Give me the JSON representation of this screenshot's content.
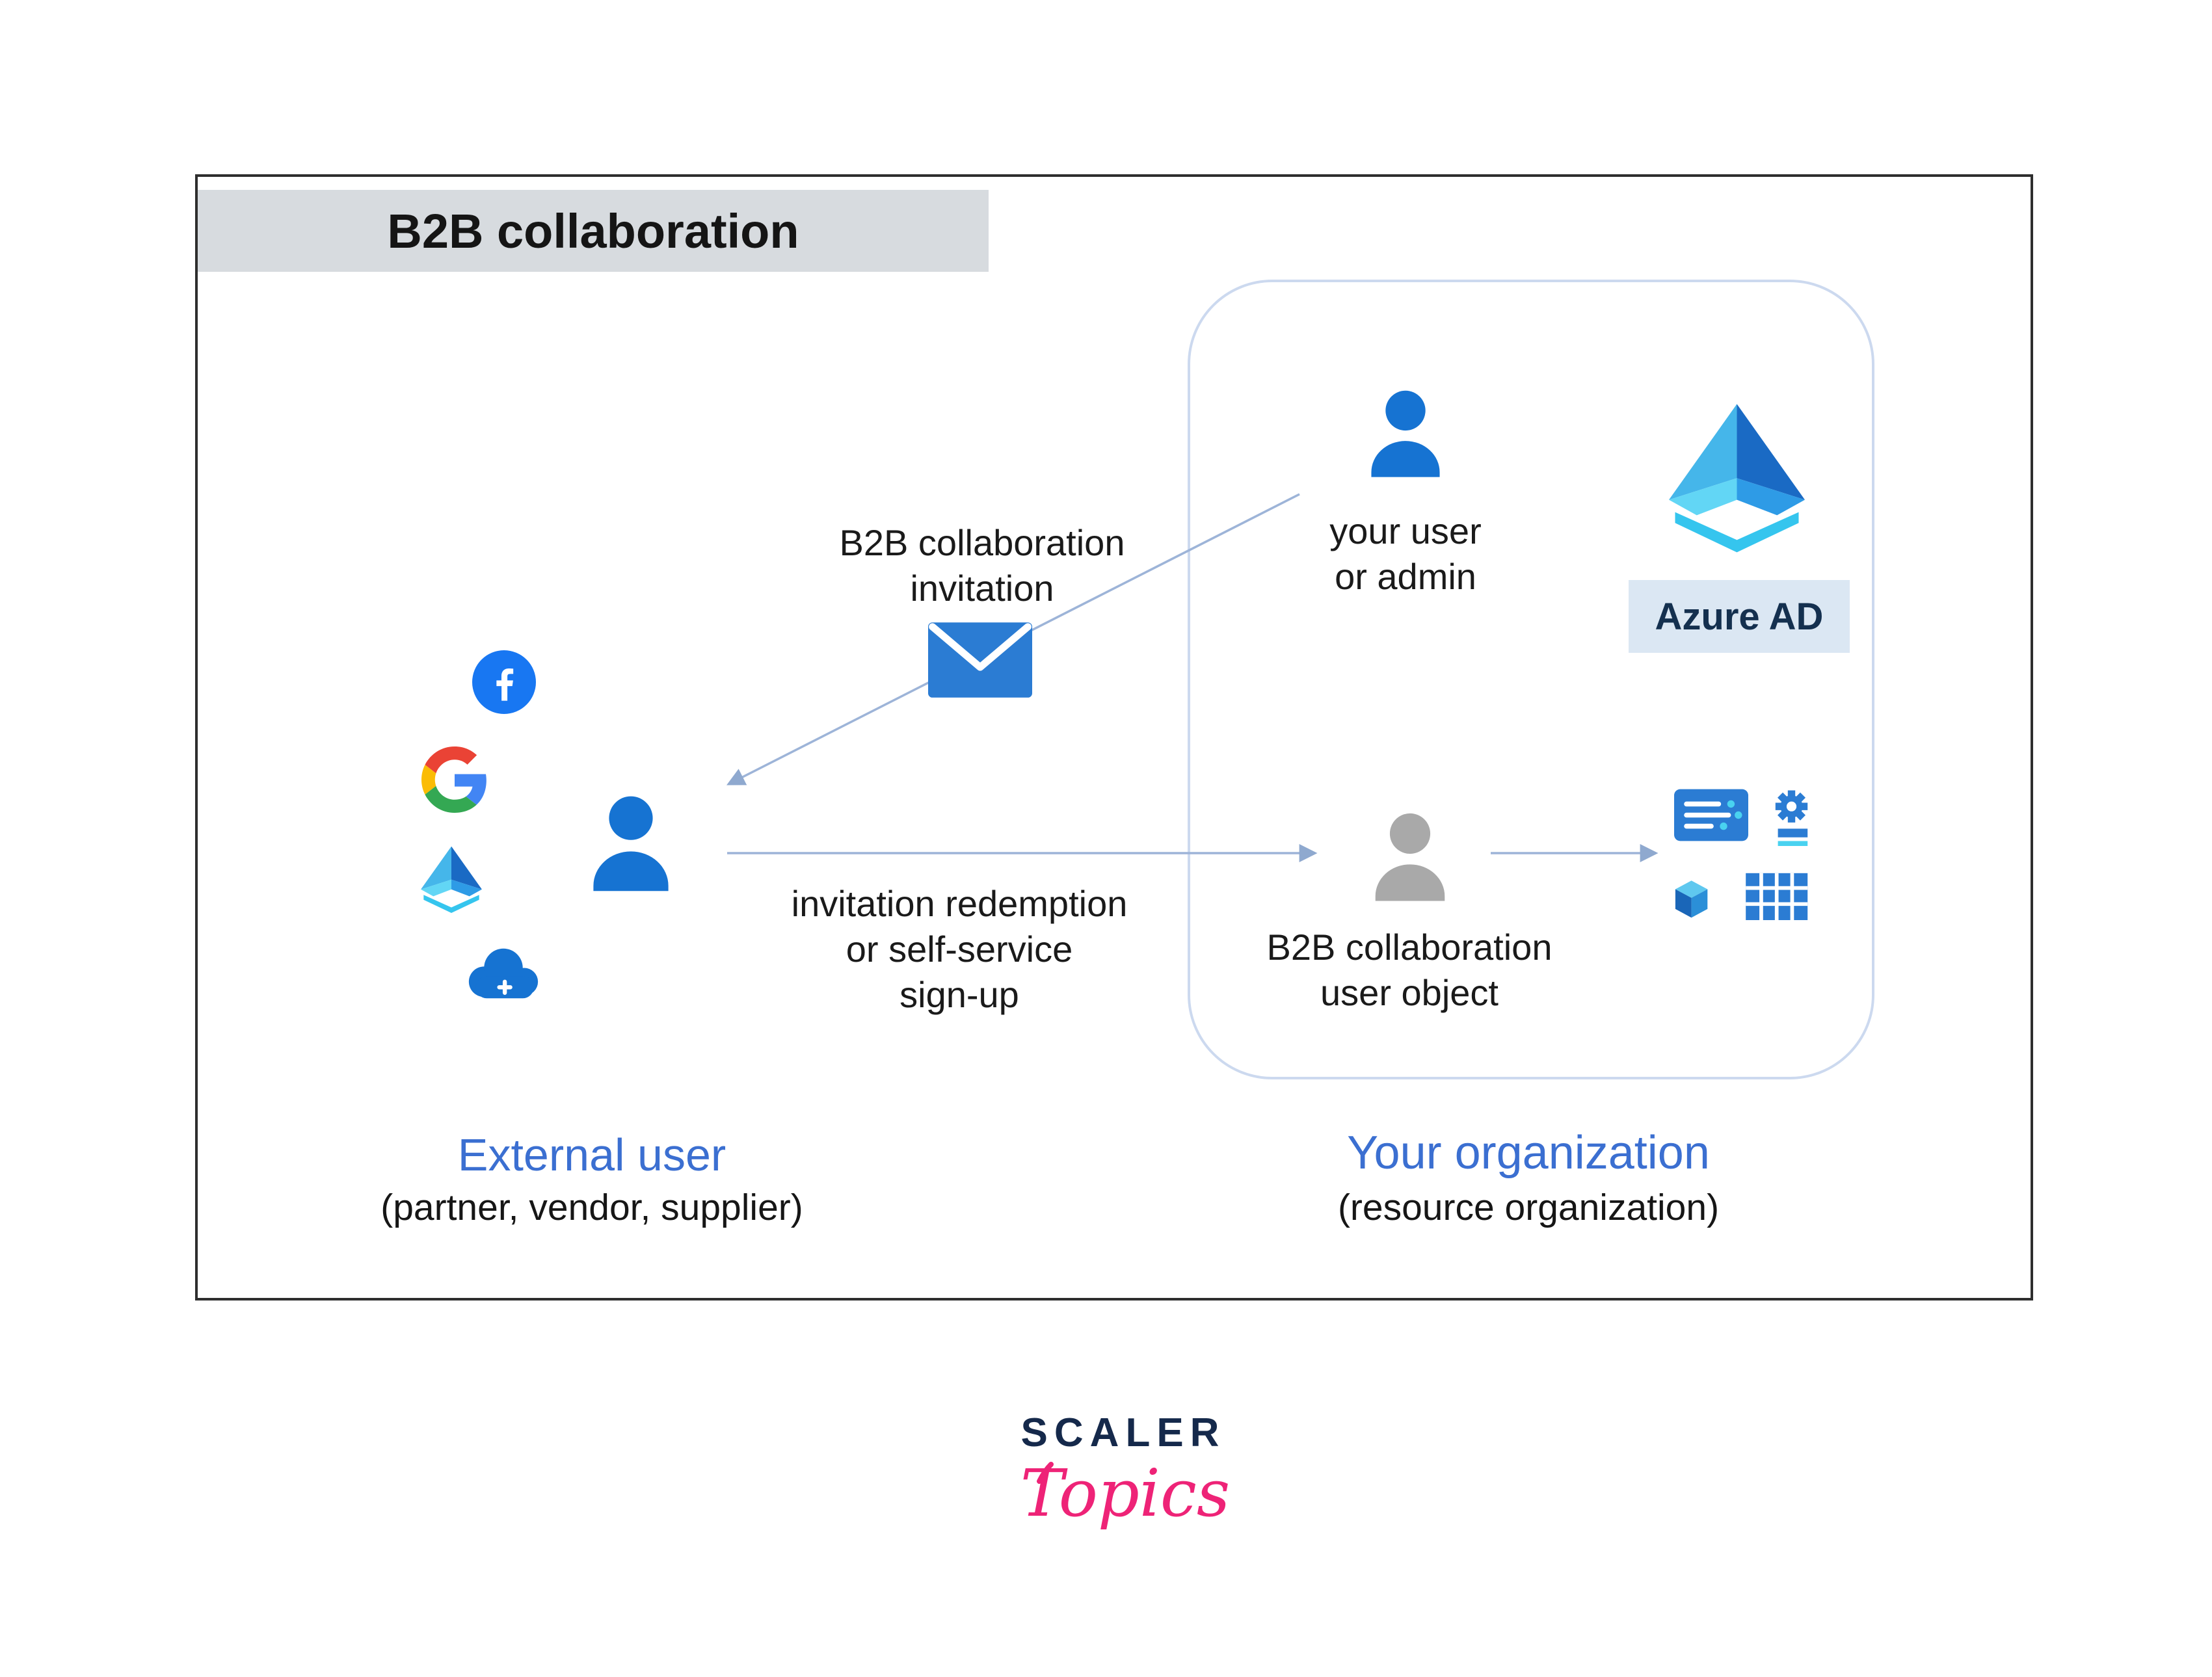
{
  "colors": {
    "accent_blue": "#2b7cd3",
    "person_blue": "#1673d2",
    "person_gray": "#a9a9a9",
    "arrow_blue": "#9db4d8",
    "heading_blue": "#3b6fd1",
    "title_bar_bg": "#d7dbdf",
    "org_box_border": "#ccd9ef",
    "azure_label_bg": "#dbe7f3",
    "logo_navy": "#15294b",
    "logo_pink": "#ee2377"
  },
  "diagram": {
    "title": "B2B collaboration",
    "invitation_label": "B2B collaboration\ninvitation",
    "redemption_label": "invitation redemption\nor self-service\nsign-up",
    "your_user_label": "your user\nor admin",
    "azure_ad_label": "Azure AD",
    "user_object_label": "B2B collaboration\nuser object",
    "external_user": {
      "title": "External user",
      "subtitle": "(partner, vendor, supplier)"
    },
    "organization": {
      "title": "Your organization",
      "subtitle": "(resource organization)"
    },
    "icons": {
      "identity_providers": [
        "facebook-icon",
        "google-icon",
        "azure-ad-small-icon",
        "cloud-add-icon"
      ],
      "envelope": "envelope-icon",
      "people": [
        "your-user-icon",
        "external-user-icon",
        "b2b-user-object-icon"
      ],
      "logo": "azure-ad-logo",
      "resources": "azure-resources-icon"
    }
  },
  "footer_logo": {
    "scaler": "SCALER",
    "topics": "Topics"
  }
}
